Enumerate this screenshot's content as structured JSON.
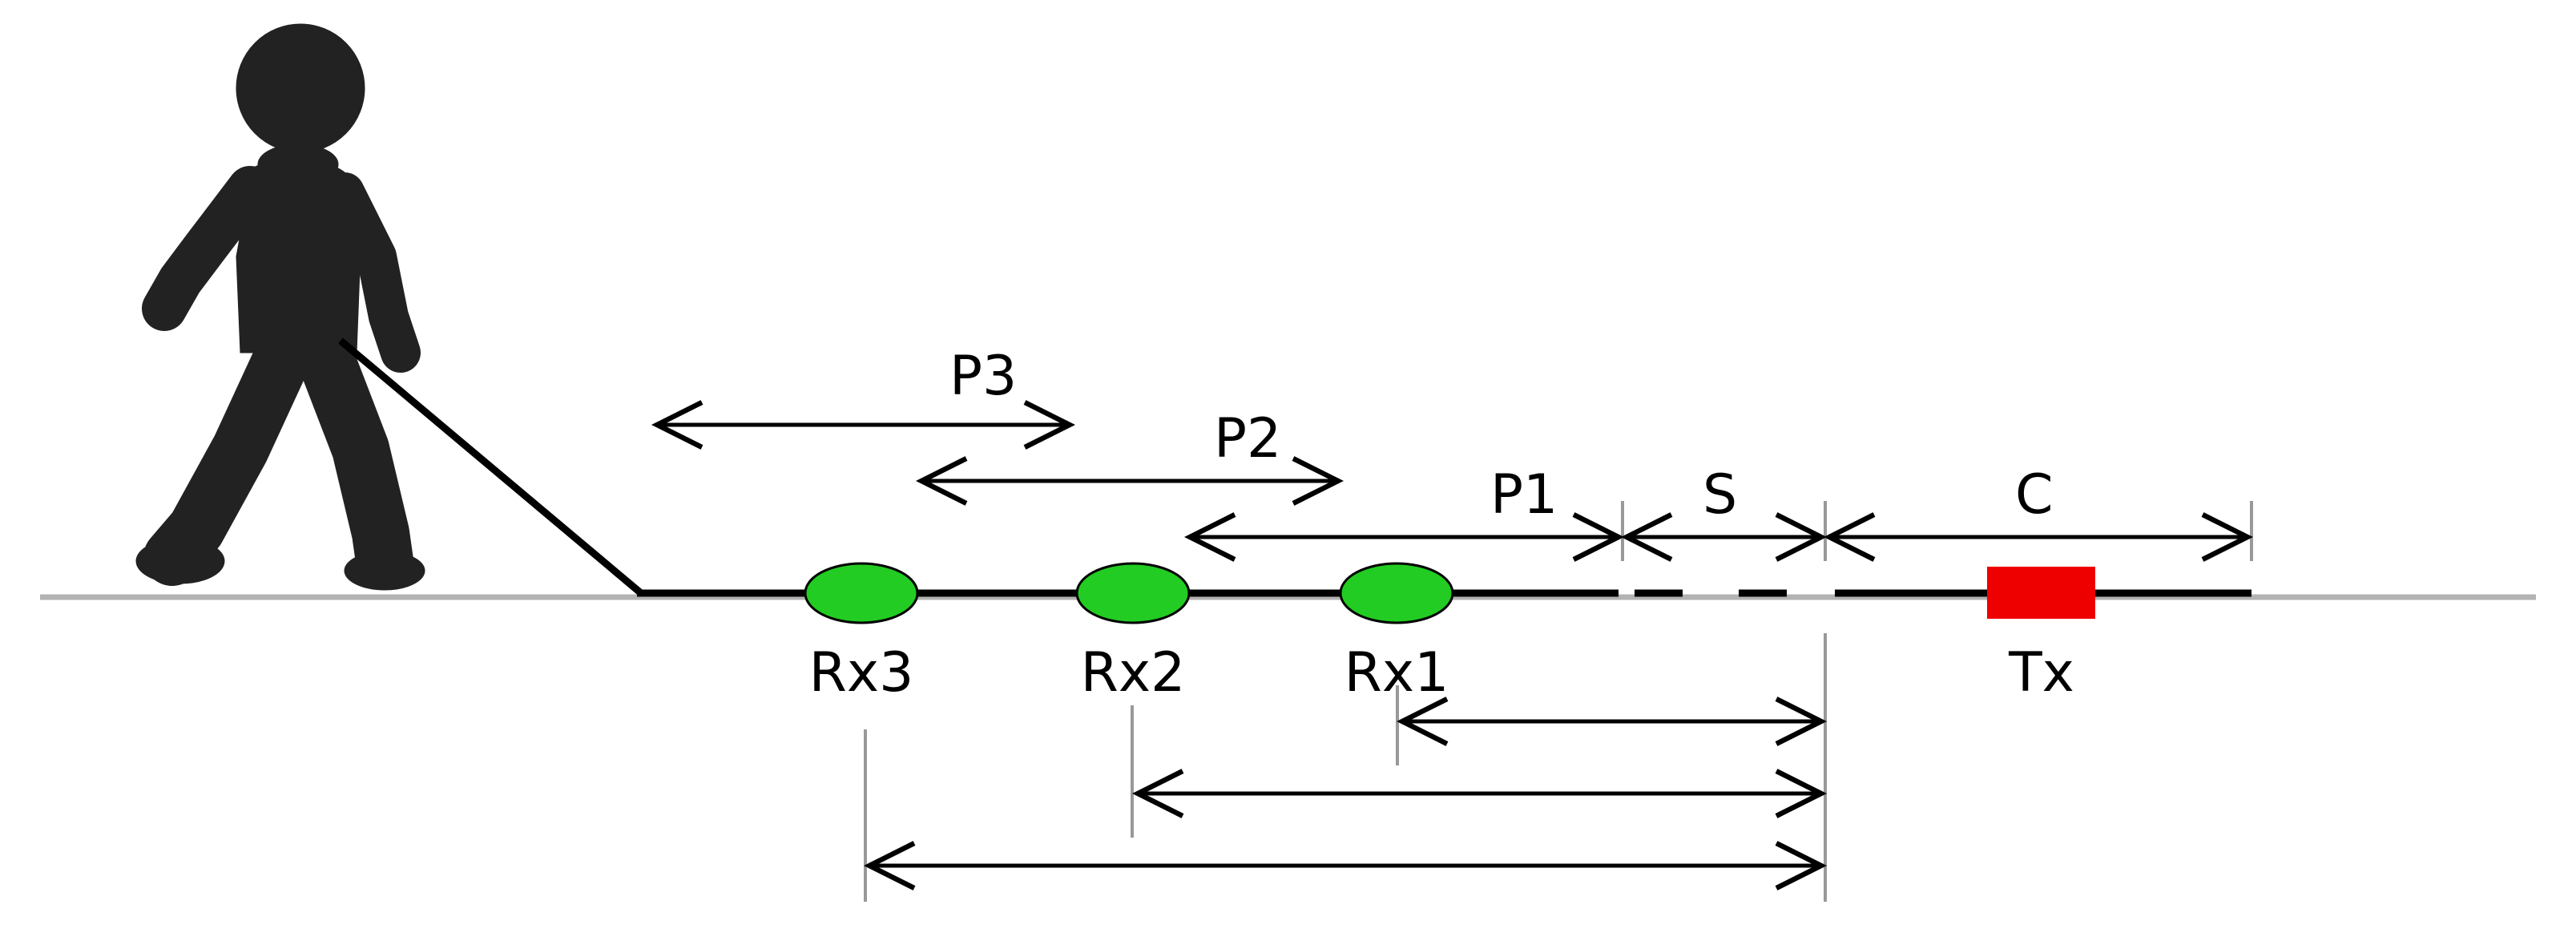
{
  "labels": {
    "p1": "P1",
    "p2": "P2",
    "p3": "P3",
    "s": "S",
    "c": "C",
    "rx1": "Rx1",
    "rx2": "Rx2",
    "rx3": "Rx3",
    "tx": "Tx"
  },
  "colors": {
    "receiver": "#22cc22",
    "transmitter": "#ee0000",
    "figure": "#222222",
    "ground": "#b3b3b3",
    "line": "#000000"
  },
  "icons": {
    "figure": "walking-person-icon",
    "receiver": "green-ellipse",
    "transmitter": "red-rectangle"
  }
}
